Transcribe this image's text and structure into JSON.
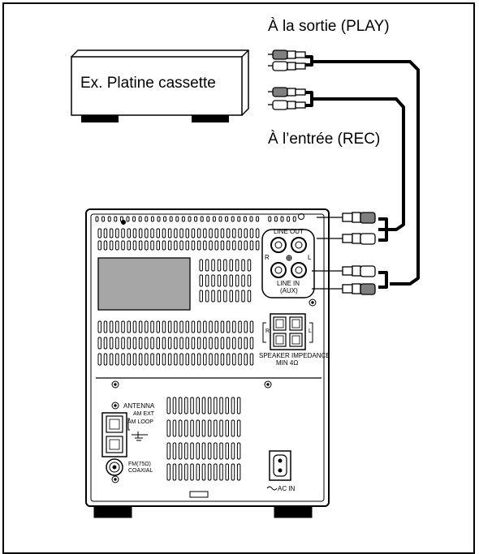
{
  "labels": {
    "output_play": "À la sortie (PLAY)",
    "input_rec": "À l’entrée (REC)",
    "cassette_deck": "Ex. Platine cassette"
  },
  "panel": {
    "line_out": "LINE  OUT",
    "line_in": "LINE IN",
    "line_in_sub": "(AUX)",
    "r": "R",
    "l": "L",
    "speaker_impedance": "SPEAKER IMPEDANCE",
    "speaker_min": "MIN 4Ω",
    "antenna": "ANTENNA",
    "am_ext": "AM EXT",
    "am_loop": "AM LOOP",
    "fm": "FM(75Ω)",
    "coaxial": "COAXIAL",
    "ac_in": "AC IN"
  },
  "colors": {
    "line": "#000000",
    "plug_gray": "#7f7f7f",
    "display_gray": "#a6a6a6"
  }
}
